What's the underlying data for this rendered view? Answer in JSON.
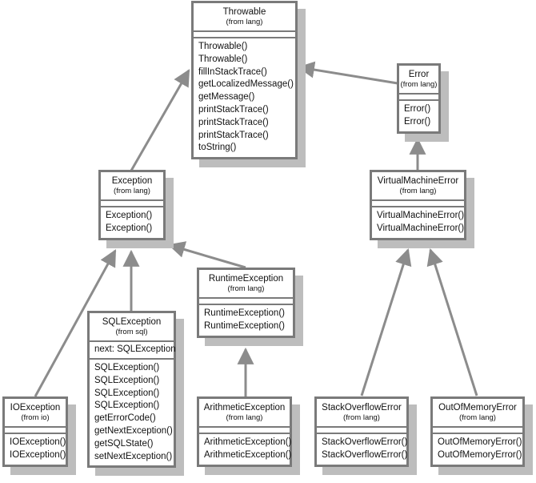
{
  "classes": [
    {
      "id": "throwable",
      "name": "Throwable",
      "package": "(from lang)",
      "attributes": [],
      "operations": [
        "Throwable()",
        "Throwable()",
        "fillInStackTrace()",
        "getLocalizedMessage()",
        "getMessage()",
        "printStackTrace()",
        "printStackTrace()",
        "printStackTrace()",
        "toString()"
      ]
    },
    {
      "id": "error",
      "name": "Error",
      "package": "(from lang)",
      "attributes": [],
      "operations": [
        "Error()",
        "Error()"
      ]
    },
    {
      "id": "exception",
      "name": "Exception",
      "package": "(from lang)",
      "attributes": [],
      "operations": [
        "Exception()",
        "Exception()"
      ]
    },
    {
      "id": "virtualmachineerror",
      "name": "VirtualMachineError",
      "package": "(from lang)",
      "attributes": [],
      "operations": [
        "VirtualMachineError()",
        "VirtualMachineError()"
      ]
    },
    {
      "id": "runtimeexception",
      "name": "RuntimeException",
      "package": "(from lang)",
      "attributes": [],
      "operations": [
        "RuntimeException()",
        "RuntimeException()"
      ]
    },
    {
      "id": "sqlexception",
      "name": "SQLException",
      "package": "(from sql)",
      "attributes": [
        "next: SQLException"
      ],
      "operations": [
        "SQLException()",
        "SQLException()",
        "SQLException()",
        "SQLException()",
        "getErrorCode()",
        "getNextException()",
        "getSQLState()",
        "setNextException()"
      ]
    },
    {
      "id": "ioexception",
      "name": "IOException",
      "package": "(from io)",
      "attributes": [],
      "operations": [
        "IOException()",
        "IOException()"
      ]
    },
    {
      "id": "arithmeticexception",
      "name": "ArithmeticException",
      "package": "(from lang)",
      "attributes": [],
      "operations": [
        "ArithmeticException()",
        "ArithmeticException()"
      ]
    },
    {
      "id": "stackoverflowerror",
      "name": "StackOverflowError",
      "package": "(from lang)",
      "attributes": [],
      "operations": [
        "StackOverflowError()",
        "StackOverflowError()"
      ]
    },
    {
      "id": "outofmemoryerror",
      "name": "OutOfMemoryError",
      "package": "(from lang)",
      "attributes": [],
      "operations": [
        "OutOfMemoryError()",
        "OutOfMemoryError()"
      ]
    }
  ],
  "generalizations": [
    {
      "from": "error",
      "to": "throwable"
    },
    {
      "from": "exception",
      "to": "throwable"
    },
    {
      "from": "virtualmachineerror",
      "to": "error"
    },
    {
      "from": "runtimeexception",
      "to": "exception"
    },
    {
      "from": "sqlexception",
      "to": "exception"
    },
    {
      "from": "ioexception",
      "to": "exception"
    },
    {
      "from": "arithmeticexception",
      "to": "runtimeexception"
    },
    {
      "from": "stackoverflowerror",
      "to": "virtualmachineerror"
    },
    {
      "from": "outofmemoryerror",
      "to": "virtualmachineerror"
    }
  ],
  "colors": {
    "border": "#7a7a7a",
    "shadow": "#bdbdbd",
    "arrow": "#8c8c8c"
  }
}
